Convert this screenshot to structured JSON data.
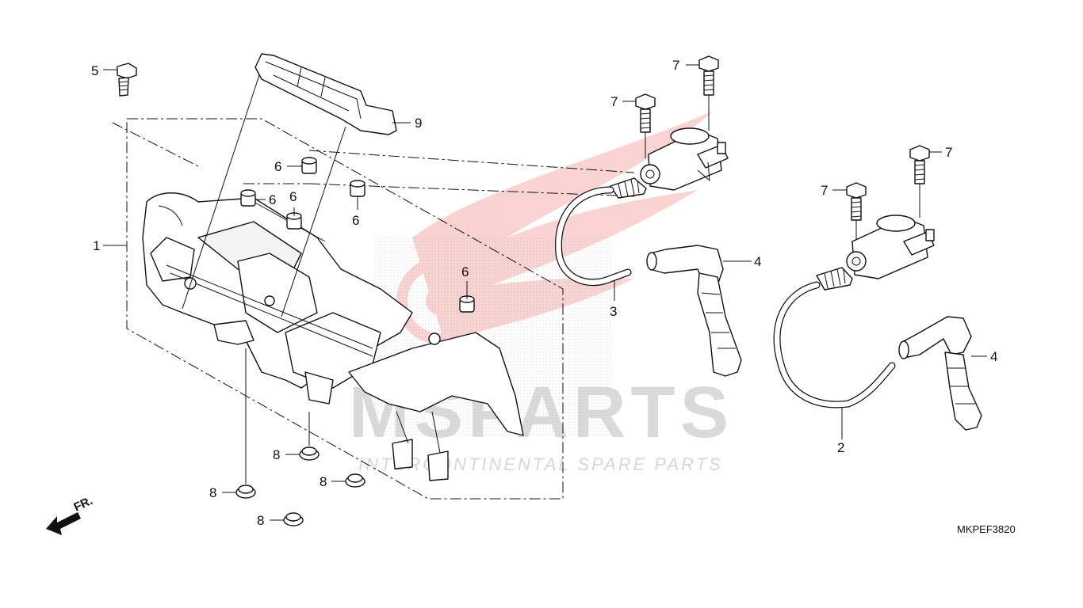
{
  "diagram": {
    "ref_code": "MKPEF3820",
    "direction_label": "FR.",
    "callouts": {
      "c1": "1",
      "c2": "2",
      "c3": "3",
      "c4a": "4",
      "c4b": "4",
      "c5": "5",
      "c6a": "6",
      "c6b": "6",
      "c6c": "6",
      "c6d": "6",
      "c6e": "6",
      "c7a": "7",
      "c7b": "7",
      "c7c": "7",
      "c7d": "7",
      "c8a": "8",
      "c8b": "8",
      "c8c": "8",
      "c8d": "8",
      "c9": "9"
    },
    "watermark": {
      "brand": "MSPARTS",
      "tagline": "INTERCONTINENTAL SPARE PARTS",
      "accent_color": "#e53935"
    }
  }
}
